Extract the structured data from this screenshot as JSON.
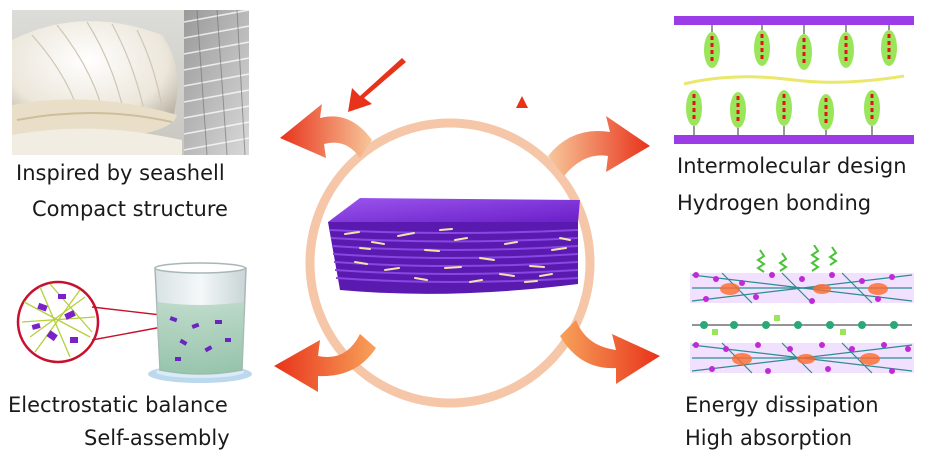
{
  "captions": {
    "seashell_line1": "Inspired by seashell",
    "seashell_line2": "Compact structure",
    "inter_line1": "Intermolecular design",
    "inter_line2": "Hydrogen bonding",
    "electro_line1": "Electrostatic balance",
    "electro_line2": "Self-assembly",
    "energy_line1": "Energy dissipation",
    "energy_line2": "High absorption"
  },
  "colors": {
    "ring": "#f6c6a8",
    "arrow_red": "#e8321a",
    "arrow_orange": "#f7a25a",
    "sheet_purple": "#7b2bd8",
    "bond_green": "#9ae65a",
    "bond_red": "#e0141a"
  }
}
